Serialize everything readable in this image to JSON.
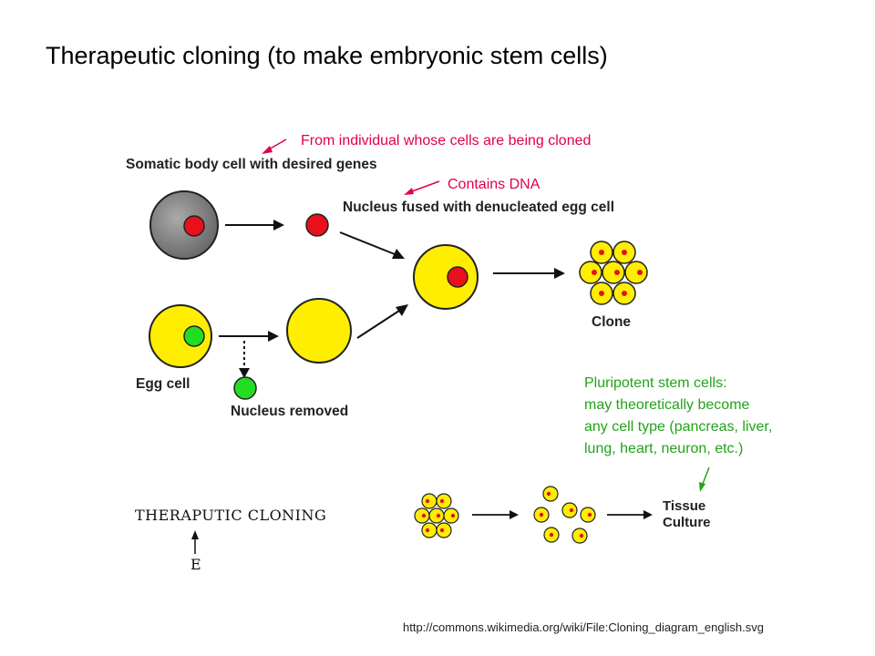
{
  "title": "Therapeutic cloning (to make embryonic stem cells)",
  "annotations": {
    "from_individual": "From individual whose cells are being cloned",
    "contains_dna": "Contains DNA",
    "pluripotent": [
      "Pluripotent stem cells:",
      "may theoretically become",
      "any cell type (pancreas, liver,",
      "lung, heart, neuron, etc.)"
    ]
  },
  "labels": {
    "somatic": "Somatic body cell with desired genes",
    "nucleus_fused": "Nucleus fused with denucleated egg cell",
    "clone": "Clone",
    "egg_cell": "Egg cell",
    "nucleus_removed": "Nucleus removed",
    "therapeutic_cloning": "THERAPUTIC CLONING",
    "tissue_culture_line1": "Tissue",
    "tissue_culture_line2": "Culture",
    "e_marker": "E"
  },
  "source": "http://commons.wikimedia.org/wiki/File:Cloning_diagram_english.svg",
  "colors": {
    "annotation_red": "#e0004e",
    "annotation_green": "#22a31a",
    "cell_yellow": "#ffee00",
    "nucleus_red": "#e8101a",
    "nucleus_green": "#22dd22",
    "somatic_gray": "#808080"
  }
}
